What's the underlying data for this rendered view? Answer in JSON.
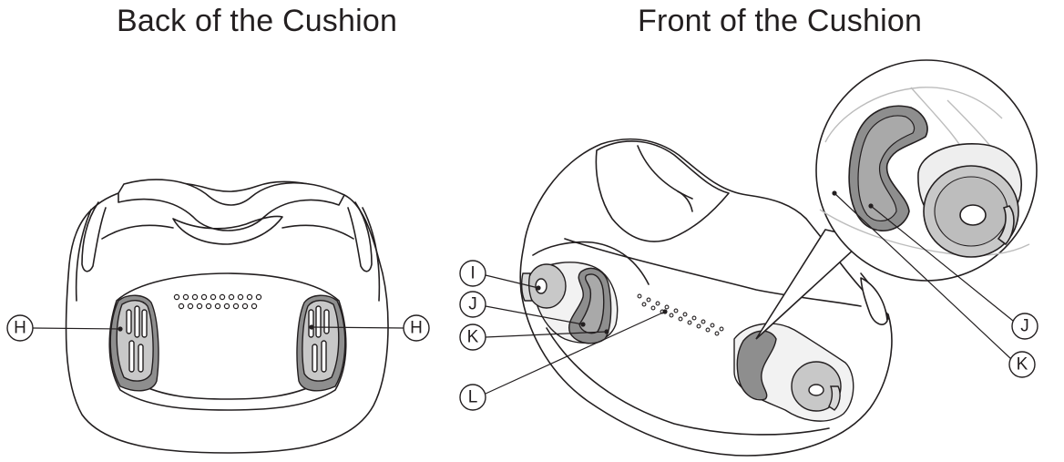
{
  "titles": {
    "back": "Back of the Cushion",
    "front": "Front of the Cushion"
  },
  "callouts": {
    "back_left": "H",
    "back_right": "H",
    "front_I": "I",
    "front_J": "J",
    "front_K": "K",
    "front_L": "L",
    "zoom_J": "J",
    "zoom_K": "K"
  },
  "colors": {
    "line": "#231f20",
    "cushion_fill": "#ffffff",
    "pad_light": "#c8c8c8",
    "pad_dark": "#8e8e8e",
    "pad_mid": "#a9a9a9"
  }
}
